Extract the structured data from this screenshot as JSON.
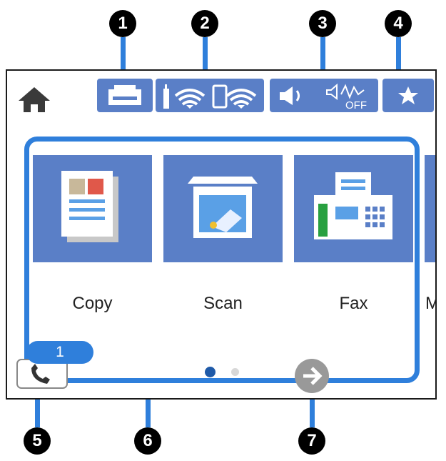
{
  "callouts": [
    "1",
    "2",
    "3",
    "4",
    "5",
    "6",
    "7"
  ],
  "apps": [
    {
      "label": "Copy",
      "icon": "copy-icon"
    },
    {
      "label": "Scan",
      "icon": "scan-icon"
    },
    {
      "label": "Fax",
      "icon": "fax-icon"
    },
    {
      "label": "M",
      "icon": "more-app-icon"
    }
  ],
  "status_bar": {
    "buttons": [
      "printer-status-icon",
      "wifi-icon",
      "wifi-direct-icon",
      "sound-on-icon",
      "fax-sound-off-icon",
      "favorites-star-icon"
    ],
    "fax_sound_text": "OFF"
  },
  "fax_log": {
    "badge": "1"
  },
  "pagination": {
    "pages": 2,
    "current": 1
  },
  "colors": {
    "accent": "#2f7fdb",
    "tile": "#5a7fc7",
    "callout": "#000000"
  }
}
